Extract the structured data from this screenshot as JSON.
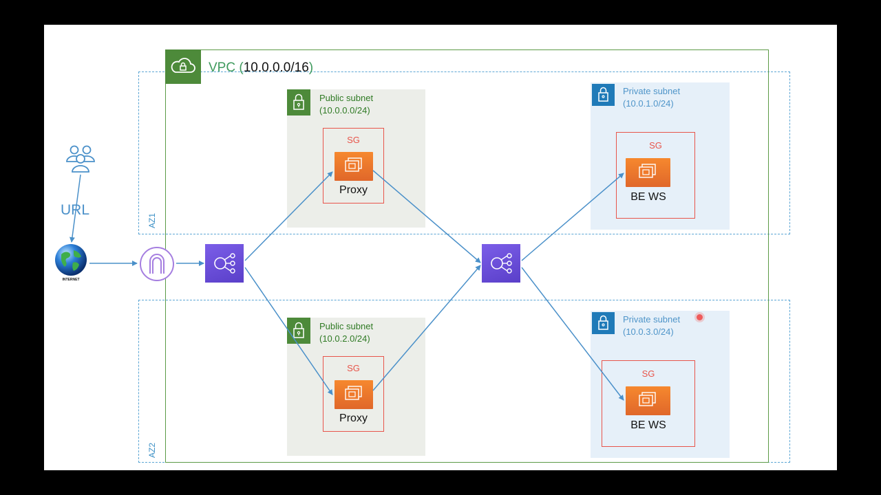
{
  "vpc": {
    "name": "VPC (",
    "cidr": "10.0.0.0/16",
    "close": ")"
  },
  "availability_zones": [
    "AZ1",
    "AZ2"
  ],
  "subnets": {
    "public_az1": {
      "title": "Public subnet",
      "cidr": "(10.0.0.0/24)"
    },
    "public_az2": {
      "title": "Public subnet",
      "cidr": "(10.0.2.0/24)"
    },
    "private_az1": {
      "title": "Private subnet",
      "cidr": "(10.0.1.0/24)"
    },
    "private_az2": {
      "title": "Private subnet",
      "cidr": "(10.0.3.0/24)"
    }
  },
  "security_group_label": "SG",
  "instances": {
    "proxy_az1": "Proxy",
    "proxy_az2": "Proxy",
    "backend_az1": "BE WS",
    "backend_az2": "BE WS"
  },
  "client": {
    "link_label": "URL",
    "internet_label": "INTERNET"
  },
  "icons": [
    "users-icon",
    "internet-globe-icon",
    "internet-gateway-icon",
    "load-balancer-icon",
    "ec2-instance-icon",
    "lock-icon",
    "cloud-lock-icon"
  ],
  "colors": {
    "vpc": "#4d8a3a",
    "public_subnet": "#eceee9",
    "private_subnet": "#e6f0f9",
    "security_group": "#e8544a",
    "ec2": "#f2822d",
    "load_balancer": "#6a4fd8",
    "arrow": "#4a90c9"
  }
}
